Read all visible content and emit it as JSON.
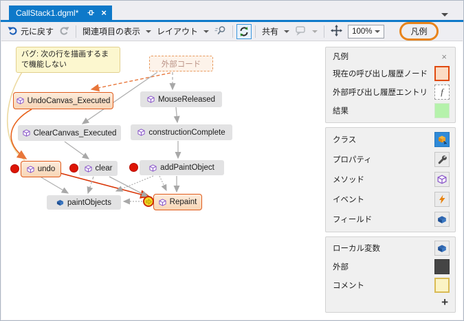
{
  "tab": {
    "title": "CallStack1.dgml*",
    "close_glyph": "×"
  },
  "toolbar": {
    "undo": "元に戻す",
    "show_related": "関連項目の表示",
    "layout": "レイアウト",
    "share": "共有",
    "zoom": "100%",
    "legend": "凡例"
  },
  "colors": {
    "tab_blue": "#0e79c9",
    "highlight_orange": "#e05a1a",
    "annotation_orange": "#e8841c",
    "error_red": "#dd1505",
    "result_green": "#b5f2ab",
    "comment_yellow": "#fcf7cf"
  },
  "graph": {
    "comment_note": "バグ: 次の行を描画するまで機能しない",
    "nodes": [
      {
        "id": "external-code",
        "label": "外部コード",
        "icon": "none"
      },
      {
        "id": "UndoCanvas_Executed",
        "label": "UndoCanvas_Executed",
        "icon": "method"
      },
      {
        "id": "MouseReleased",
        "label": "MouseReleased",
        "icon": "method"
      },
      {
        "id": "ClearCanvas_Executed",
        "label": "ClearCanvas_Executed",
        "icon": "method"
      },
      {
        "id": "constructionComplete",
        "label": "constructionComplete",
        "icon": "method"
      },
      {
        "id": "undo",
        "label": "undo",
        "icon": "method"
      },
      {
        "id": "clear",
        "label": "clear",
        "icon": "method"
      },
      {
        "id": "addPaintObject",
        "label": "addPaintObject",
        "icon": "method"
      },
      {
        "id": "paintObjects",
        "label": "paintObjects",
        "icon": "field"
      },
      {
        "id": "Repaint",
        "label": "Repaint",
        "icon": "method"
      }
    ]
  },
  "legend": {
    "title": "凡例",
    "close_glyph": "×",
    "add_label": "+",
    "sections": [
      {
        "items": [
          {
            "label": "現在の呼び出し履歴ノード",
            "swatch": "current-call-stack-node"
          },
          {
            "label": "外部呼び出し履歴エントリ",
            "swatch": "external-call-stack-entry",
            "glyph": "f"
          },
          {
            "label": "結果",
            "swatch": "result"
          }
        ]
      },
      {
        "items": [
          {
            "label": "クラス",
            "icon": "class"
          },
          {
            "label": "プロパティ",
            "icon": "property"
          },
          {
            "label": "メソッド",
            "icon": "method"
          },
          {
            "label": "イベント",
            "icon": "event"
          },
          {
            "label": "フィールド",
            "icon": "field"
          }
        ]
      },
      {
        "items": [
          {
            "label": "ローカル変数",
            "icon": "local-variable"
          },
          {
            "label": "外部",
            "swatch": "external"
          },
          {
            "label": "コメント",
            "swatch": "comment"
          }
        ]
      }
    ]
  }
}
